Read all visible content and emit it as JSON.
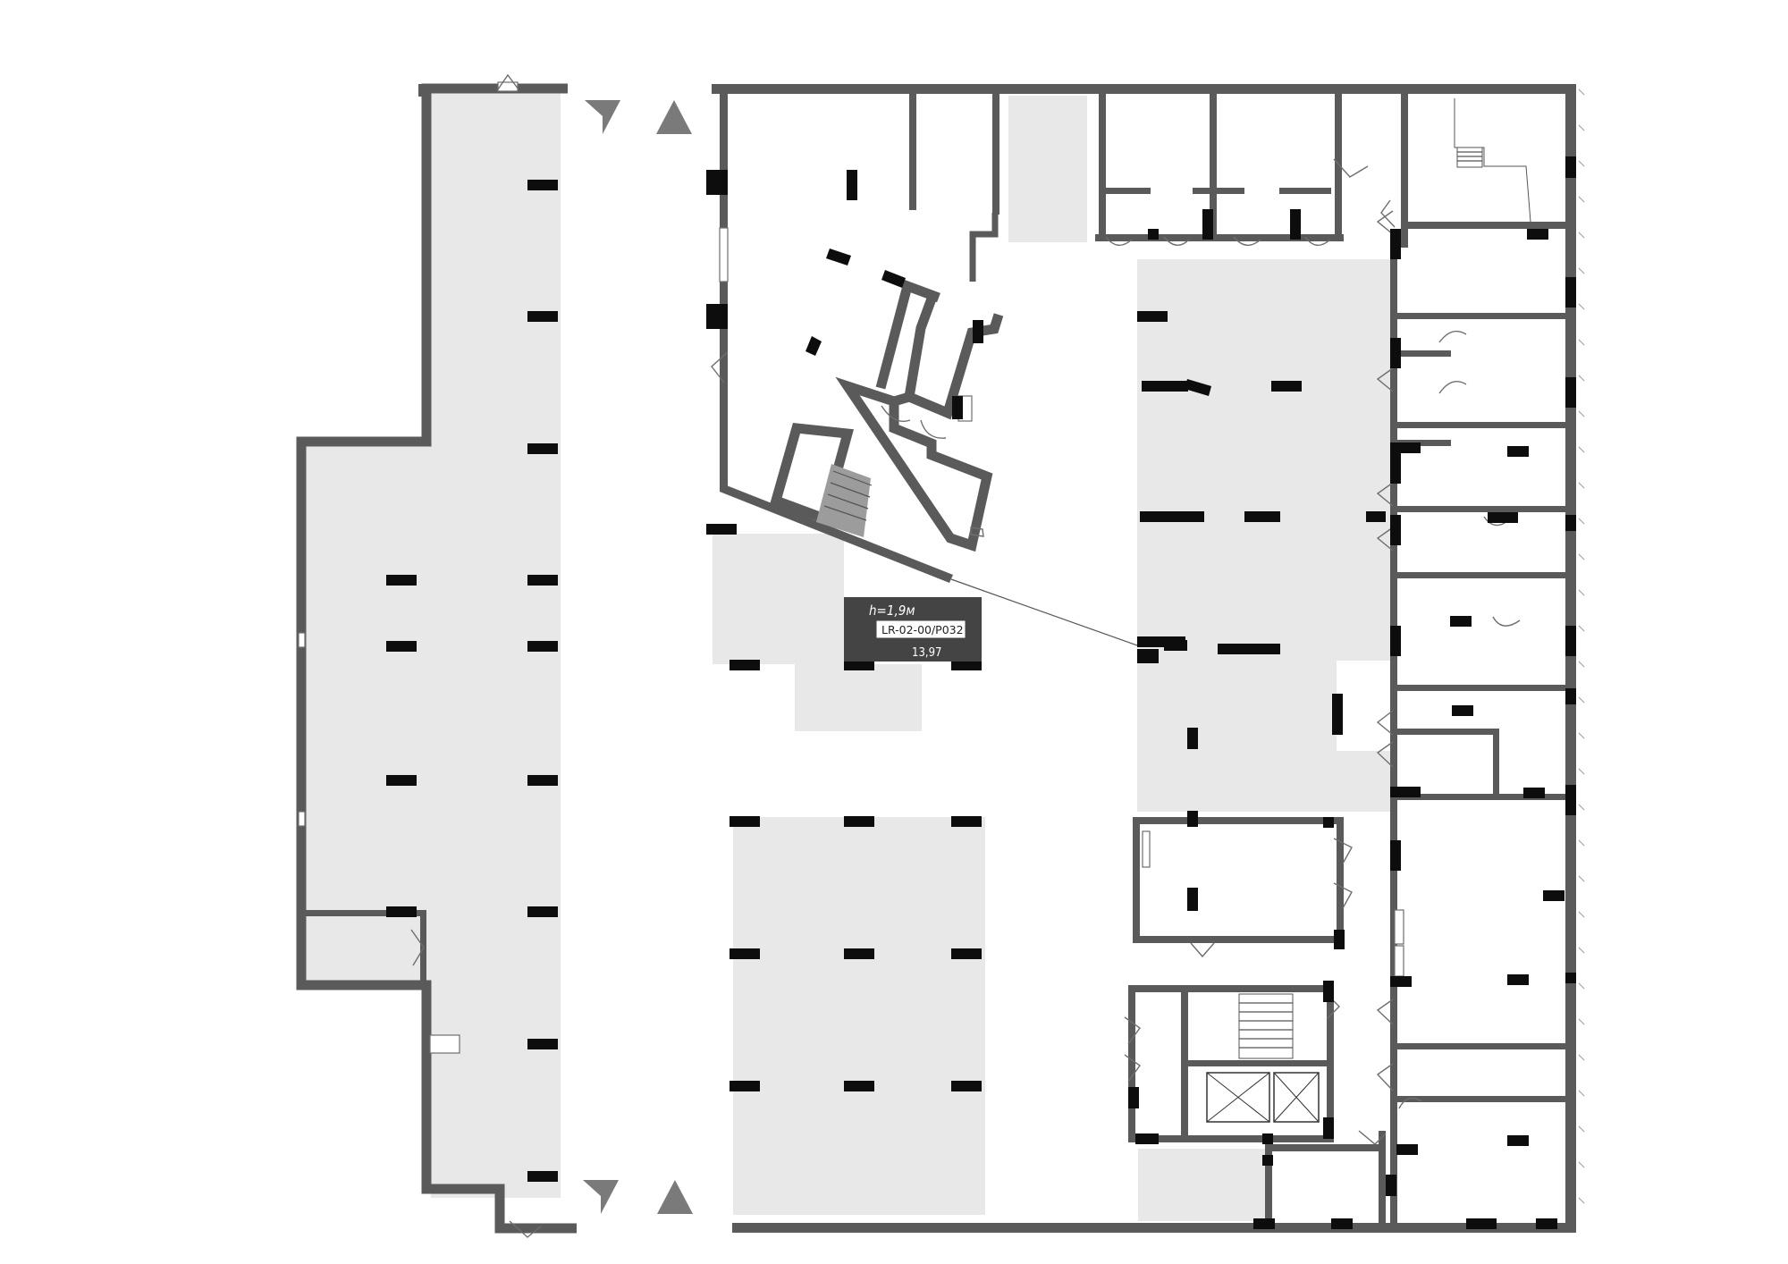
{
  "plan": {
    "colors": {
      "parking_zone": "#e8e8e8",
      "wall": "#5a5a5a",
      "column": "#0d0d0d",
      "selected_spot": "#444444",
      "arrow": "#7a7a7a"
    },
    "selected_spot": {
      "height_label": "h=1,9м",
      "code": "LR-02-00/P032",
      "area": "13,97"
    },
    "traffic_arrows": [
      {
        "location": "top-left ramp",
        "direction": "down"
      },
      {
        "location": "top-right ramp",
        "direction": "up"
      },
      {
        "location": "bottom-left ramp",
        "direction": "down"
      },
      {
        "location": "bottom-right ramp",
        "direction": "up"
      }
    ]
  }
}
